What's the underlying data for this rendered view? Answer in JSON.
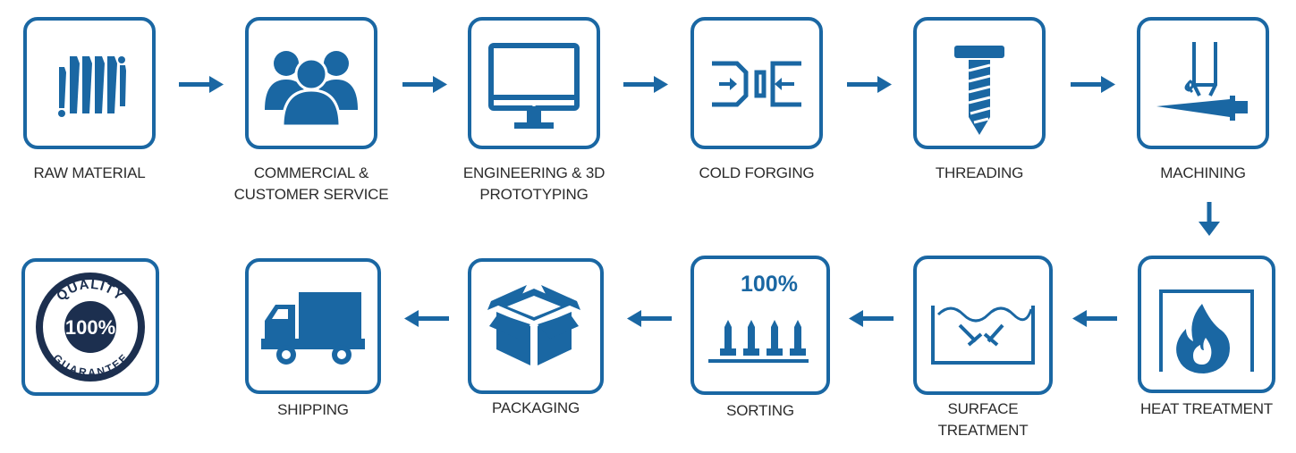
{
  "colors": {
    "accent": "#1a67a3",
    "text": "#2b2b2b",
    "dark": "#1c2f4f"
  },
  "steps": [
    {
      "id": "raw-material",
      "lines": [
        "RAW MATERIAL"
      ],
      "icon": "wire-coil-icon"
    },
    {
      "id": "commercial",
      "lines": [
        "COMMERCIAL &",
        "CUSTOMER SERVICE"
      ],
      "icon": "people-group-icon"
    },
    {
      "id": "engineering",
      "lines": [
        "ENGINEERING & 3D",
        "PROTOTYPING"
      ],
      "icon": "monitor-icon"
    },
    {
      "id": "cold-forging",
      "lines": [
        "COLD FORGING"
      ],
      "icon": "press-die-icon"
    },
    {
      "id": "threading",
      "lines": [
        "THREADING"
      ],
      "icon": "screw-icon"
    },
    {
      "id": "machining",
      "lines": [
        "MACHINING"
      ],
      "icon": "lathe-tool-icon"
    },
    {
      "id": "heat-treatment",
      "lines": [
        "HEAT TREATMENT"
      ],
      "icon": "furnace-flame-icon"
    },
    {
      "id": "surface-treatment",
      "lines": [
        "SURFACE",
        "TREATMENT"
      ],
      "icon": "bath-tank-icon"
    },
    {
      "id": "sorting",
      "lines": [
        "SORTING"
      ],
      "icon": "screws-row-icon",
      "badge": "100%"
    },
    {
      "id": "packaging",
      "lines": [
        "PACKAGING"
      ],
      "icon": "open-box-icon"
    },
    {
      "id": "shipping",
      "lines": [
        "SHIPPING"
      ],
      "icon": "truck-icon"
    },
    {
      "id": "quality",
      "lines": [],
      "icon": "quality-seal-icon",
      "seal": {
        "top": "QUALITY",
        "center": "100%",
        "bottom": "GUARANTEE"
      }
    }
  ]
}
